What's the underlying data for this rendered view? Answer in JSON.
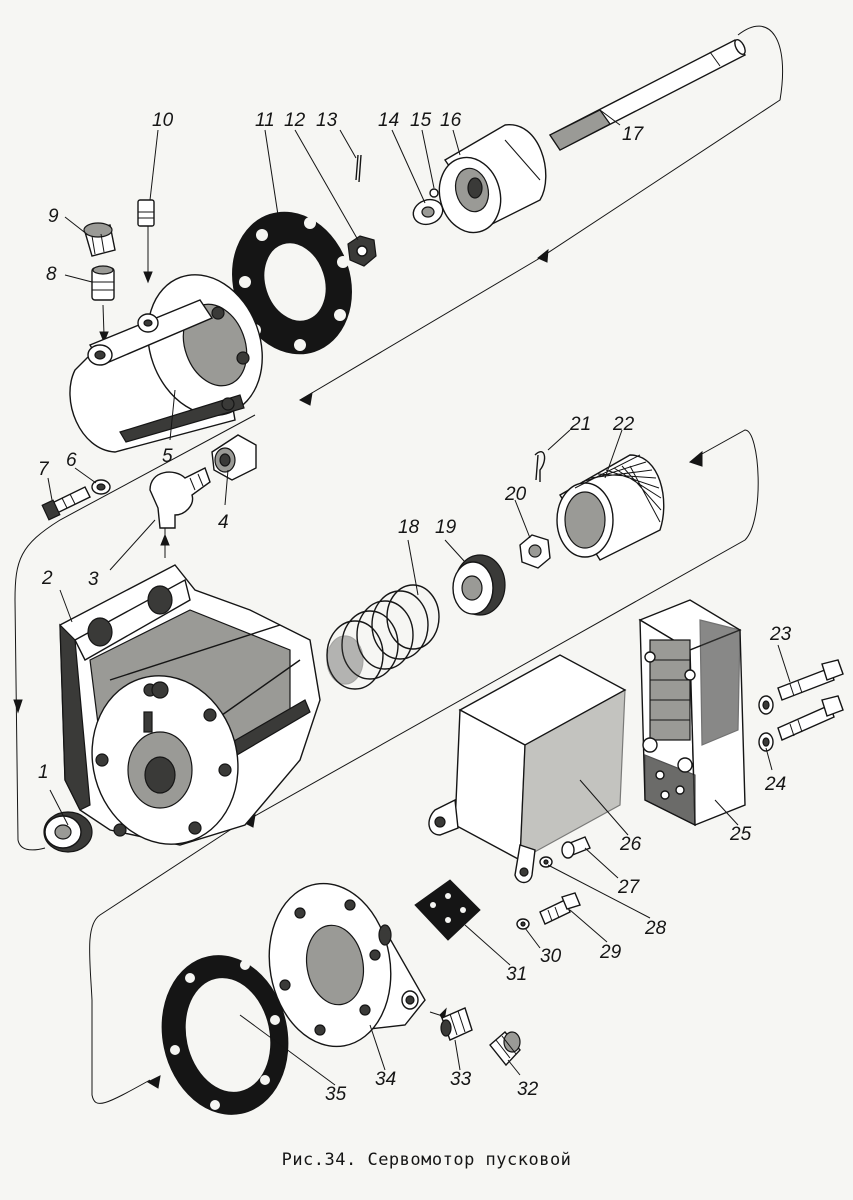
{
  "figure": {
    "caption": "Рис.34. Сервомотор пусковой"
  },
  "labels": [
    "1",
    "2",
    "3",
    "4",
    "5",
    "6",
    "7",
    "8",
    "9",
    "10",
    "11",
    "12",
    "13",
    "14",
    "15",
    "16",
    "17",
    "18",
    "19",
    "20",
    "21",
    "22",
    "23",
    "24",
    "25",
    "26",
    "27",
    "28",
    "29",
    "30",
    "31",
    "32",
    "33",
    "34",
    "35"
  ]
}
